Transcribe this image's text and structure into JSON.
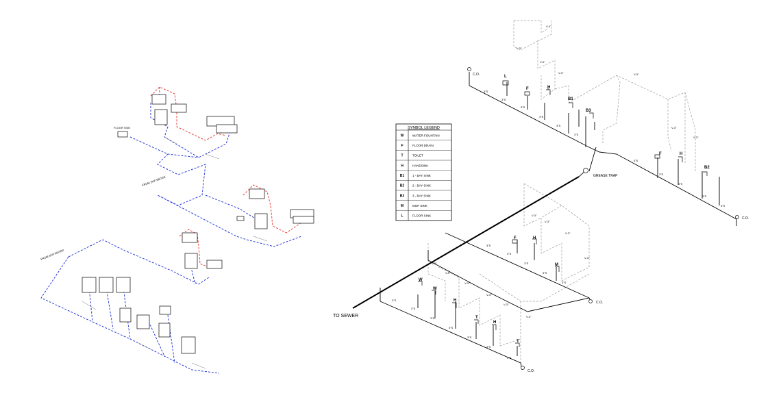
{
  "water_labels": {
    "floor_sink": "FLOOR SINK",
    "from_meter": "FROM SUP METER",
    "from_meter_2": "FROM SUP WATER"
  },
  "legend": {
    "title": "SYMBOL LEGEND",
    "items": [
      {
        "code": "W",
        "label": "WATER FOUNTAIN"
      },
      {
        "code": "F",
        "label": "FLOOR DRAIN"
      },
      {
        "code": "T",
        "label": "TOILET"
      },
      {
        "code": "H",
        "label": "HANDSINK"
      },
      {
        "code": "B1",
        "label": "1 - BAY SINK"
      },
      {
        "code": "B2",
        "label": "2 - BAY SINK"
      },
      {
        "code": "B3",
        "label": "3 - BAY SINK"
      },
      {
        "code": "M",
        "label": "MOP SINK"
      },
      {
        "code": "L",
        "label": "FLOOR SINK"
      }
    ]
  },
  "drain_labels": {
    "to_sewer": "TO SEWER",
    "grease_trap": "GREASE TRAP",
    "cleanout": "C.O.",
    "vent": "V-3\"",
    "pipe": "3\"S"
  },
  "colors": {
    "hot_water": "#e8413a",
    "cold_water": "#2a3bd9",
    "vent": "#9a9a9a",
    "waste": "#000000"
  }
}
